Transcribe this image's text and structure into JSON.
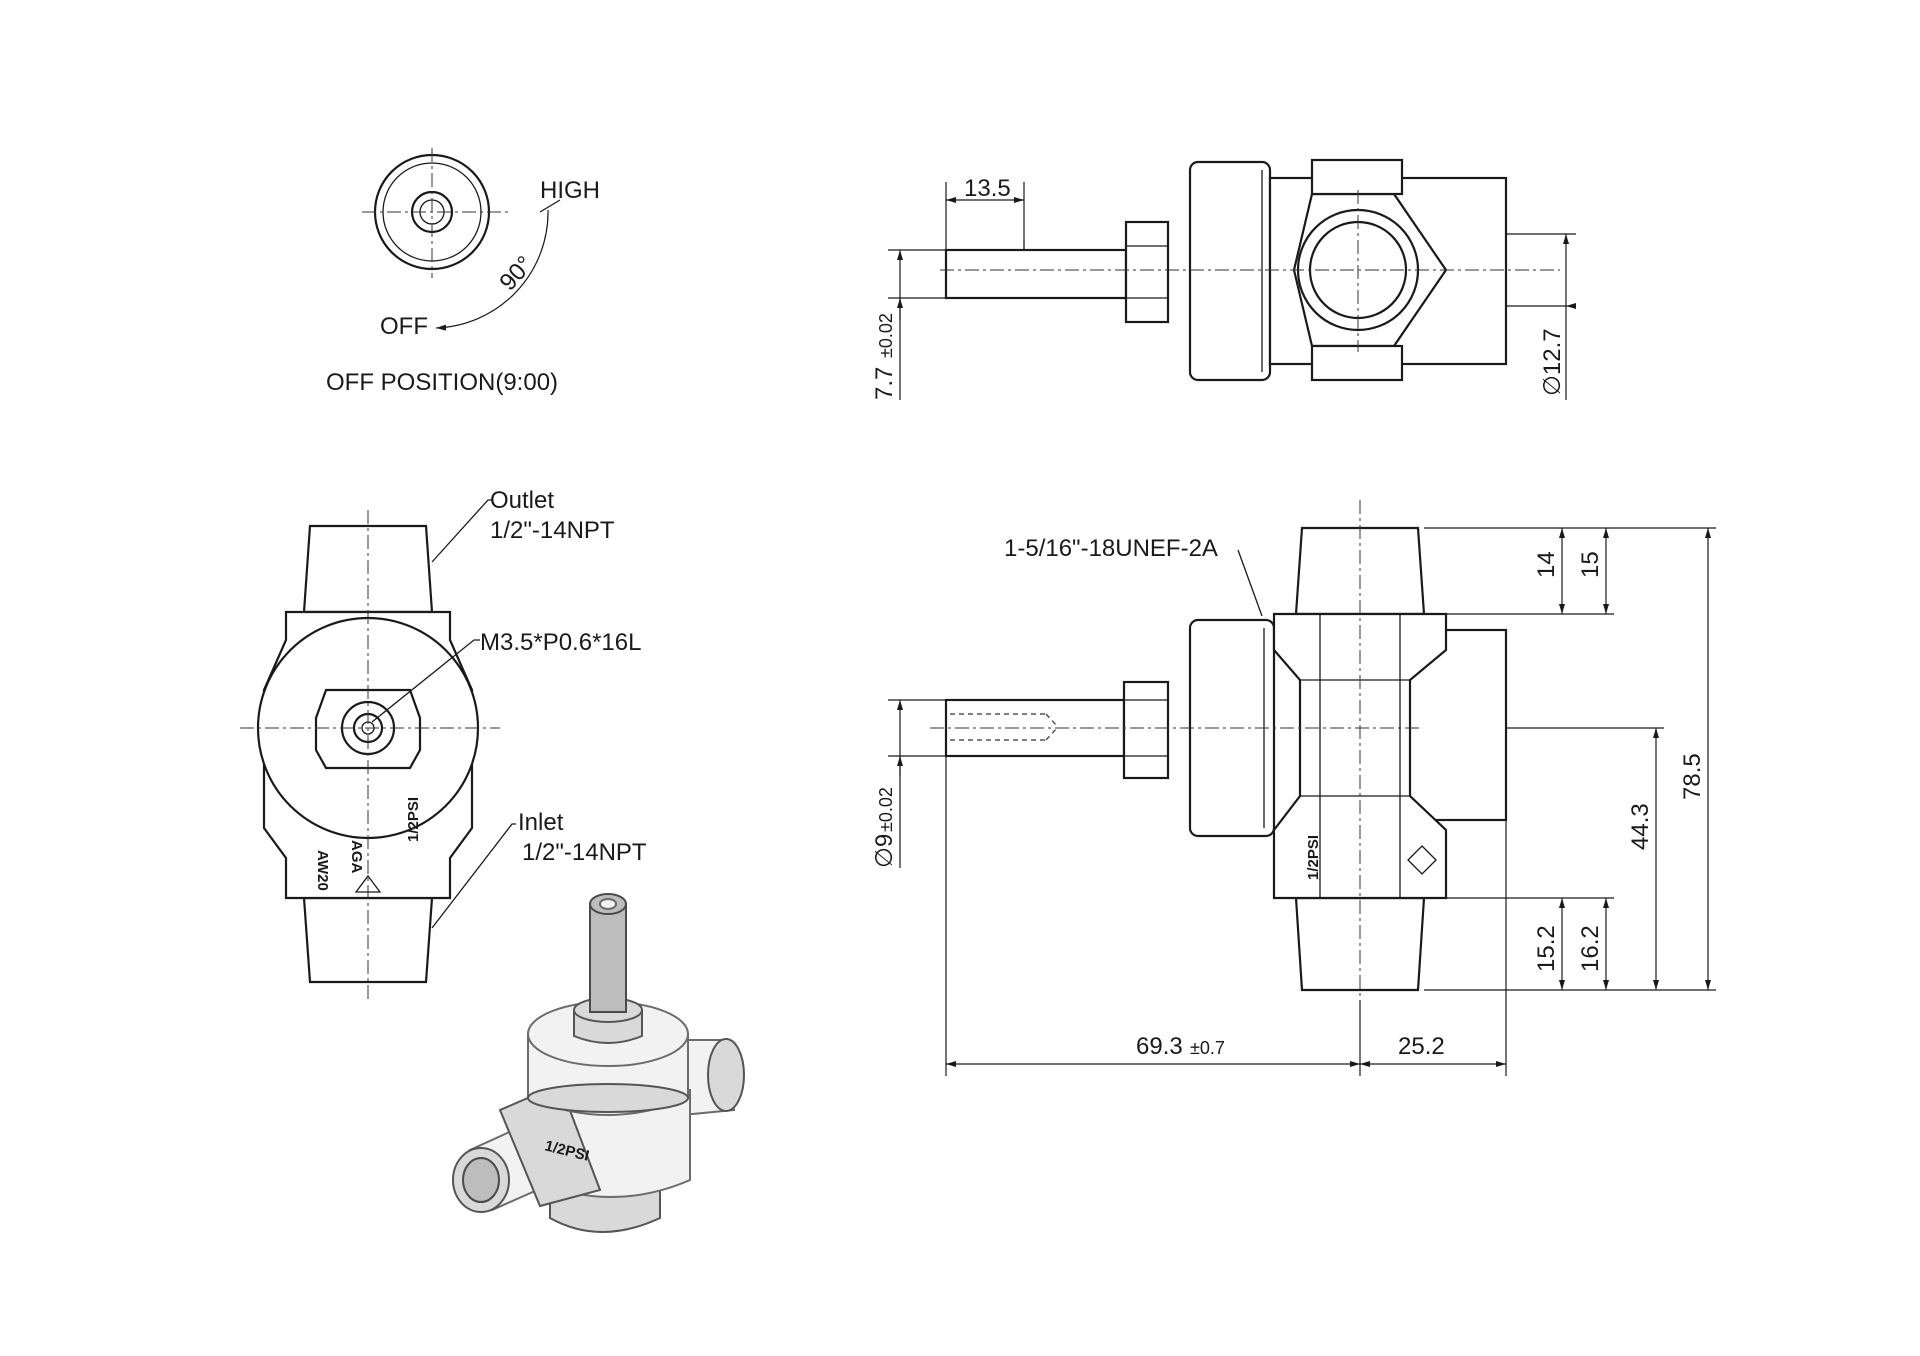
{
  "top_left_view": {
    "high_label": "HIGH",
    "off_label": "OFF",
    "angle_label": "90°",
    "caption": "OFF  POSITION(9:00)"
  },
  "top_right_view": {
    "dim_stem_length": "13.5",
    "dim_stem_diameter": "7.7",
    "dim_stem_tolerance": "±0.02",
    "dim_port_diameter": "∅12.7"
  },
  "front_view": {
    "outlet_label": "Outlet",
    "outlet_thread": "1/2\"-14NPT",
    "screw_spec": "M3.5*P0.6*16L",
    "inlet_label": "Inlet",
    "inlet_thread": "1/2\"-14NPT",
    "marking_model": "AW20",
    "marking_brand": "AGA",
    "marking_pressure": "1/2PSI"
  },
  "side_view": {
    "thread_spec": "1-5/16\"-18UNEF-2A",
    "dim_14": "14",
    "dim_15": "15",
    "dim_78_5": "78.5",
    "dim_44_3": "44.3",
    "dim_15_2": "15.2",
    "dim_16_2": "16.2",
    "dim_shaft_diameter": "∅9",
    "dim_shaft_tolerance": "±0.02",
    "dim_69_3": "69.3",
    "dim_69_3_tolerance": "±0.7",
    "dim_25_2": "25.2",
    "marking_pressure": "1/2PSI"
  },
  "iso_view": {
    "marking_pressure": "1/2PSI"
  }
}
